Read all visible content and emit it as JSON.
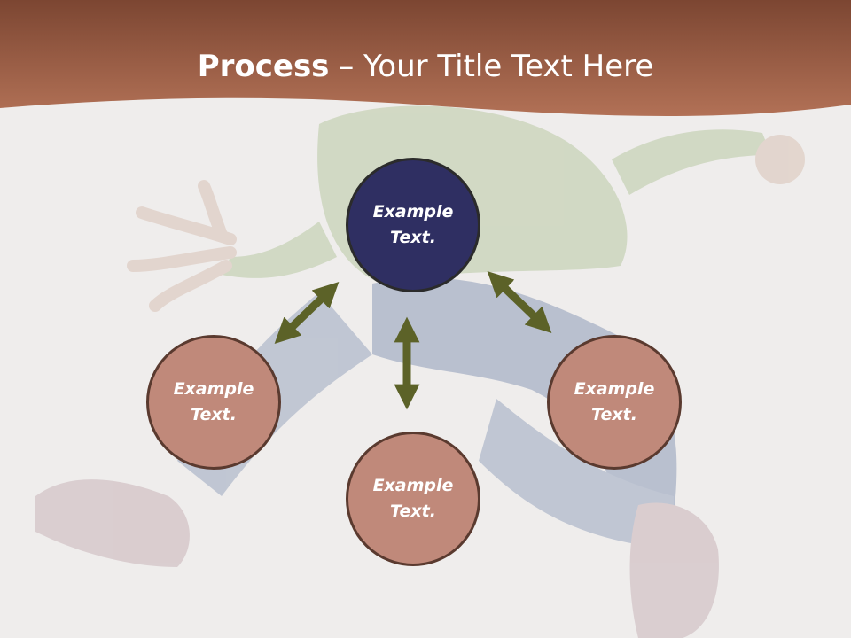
{
  "slide": {
    "title_bold": "Process",
    "title_rest": " – Your Title Text Here"
  },
  "nodes": [
    {
      "id": "top",
      "line1": "Example",
      "line2": "Text."
    },
    {
      "id": "left",
      "line1": "Example",
      "line2": "Text."
    },
    {
      "id": "bottom",
      "line1": "Example",
      "line2": "Text."
    },
    {
      "id": "right",
      "line1": "Example",
      "line2": "Text."
    }
  ],
  "colors": {
    "header": "#a0624a",
    "primary_node": "#2f2f62",
    "secondary_node": "#c0897a",
    "arrow": "#5c6228",
    "background": "#efedec"
  }
}
